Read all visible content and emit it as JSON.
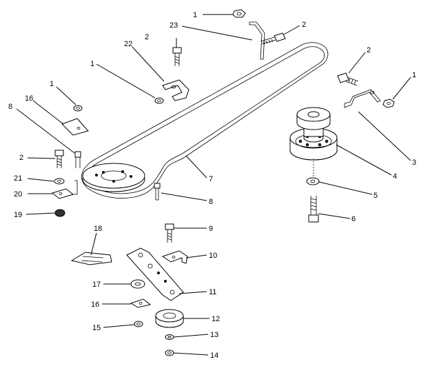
{
  "diagram": {
    "callouts": {
      "c1a": "1",
      "c23": "23",
      "c2a": "2",
      "c2b": "2",
      "c22": "22",
      "c1b": "1",
      "c2c": "2",
      "c1c": "1",
      "c1d": "1",
      "c16a": "16",
      "c8a": "8",
      "c2d": "2",
      "c21": "21",
      "c20": "20",
      "c19": "19",
      "c3": "3",
      "c4": "4",
      "c5": "5",
      "c6": "6",
      "c7": "7",
      "c8b": "8",
      "c9": "9",
      "c10": "10",
      "c18": "18",
      "c11": "11",
      "c17": "17",
      "c16b": "16",
      "c15": "15",
      "c12": "12",
      "c13": "13",
      "c14": "14"
    }
  }
}
